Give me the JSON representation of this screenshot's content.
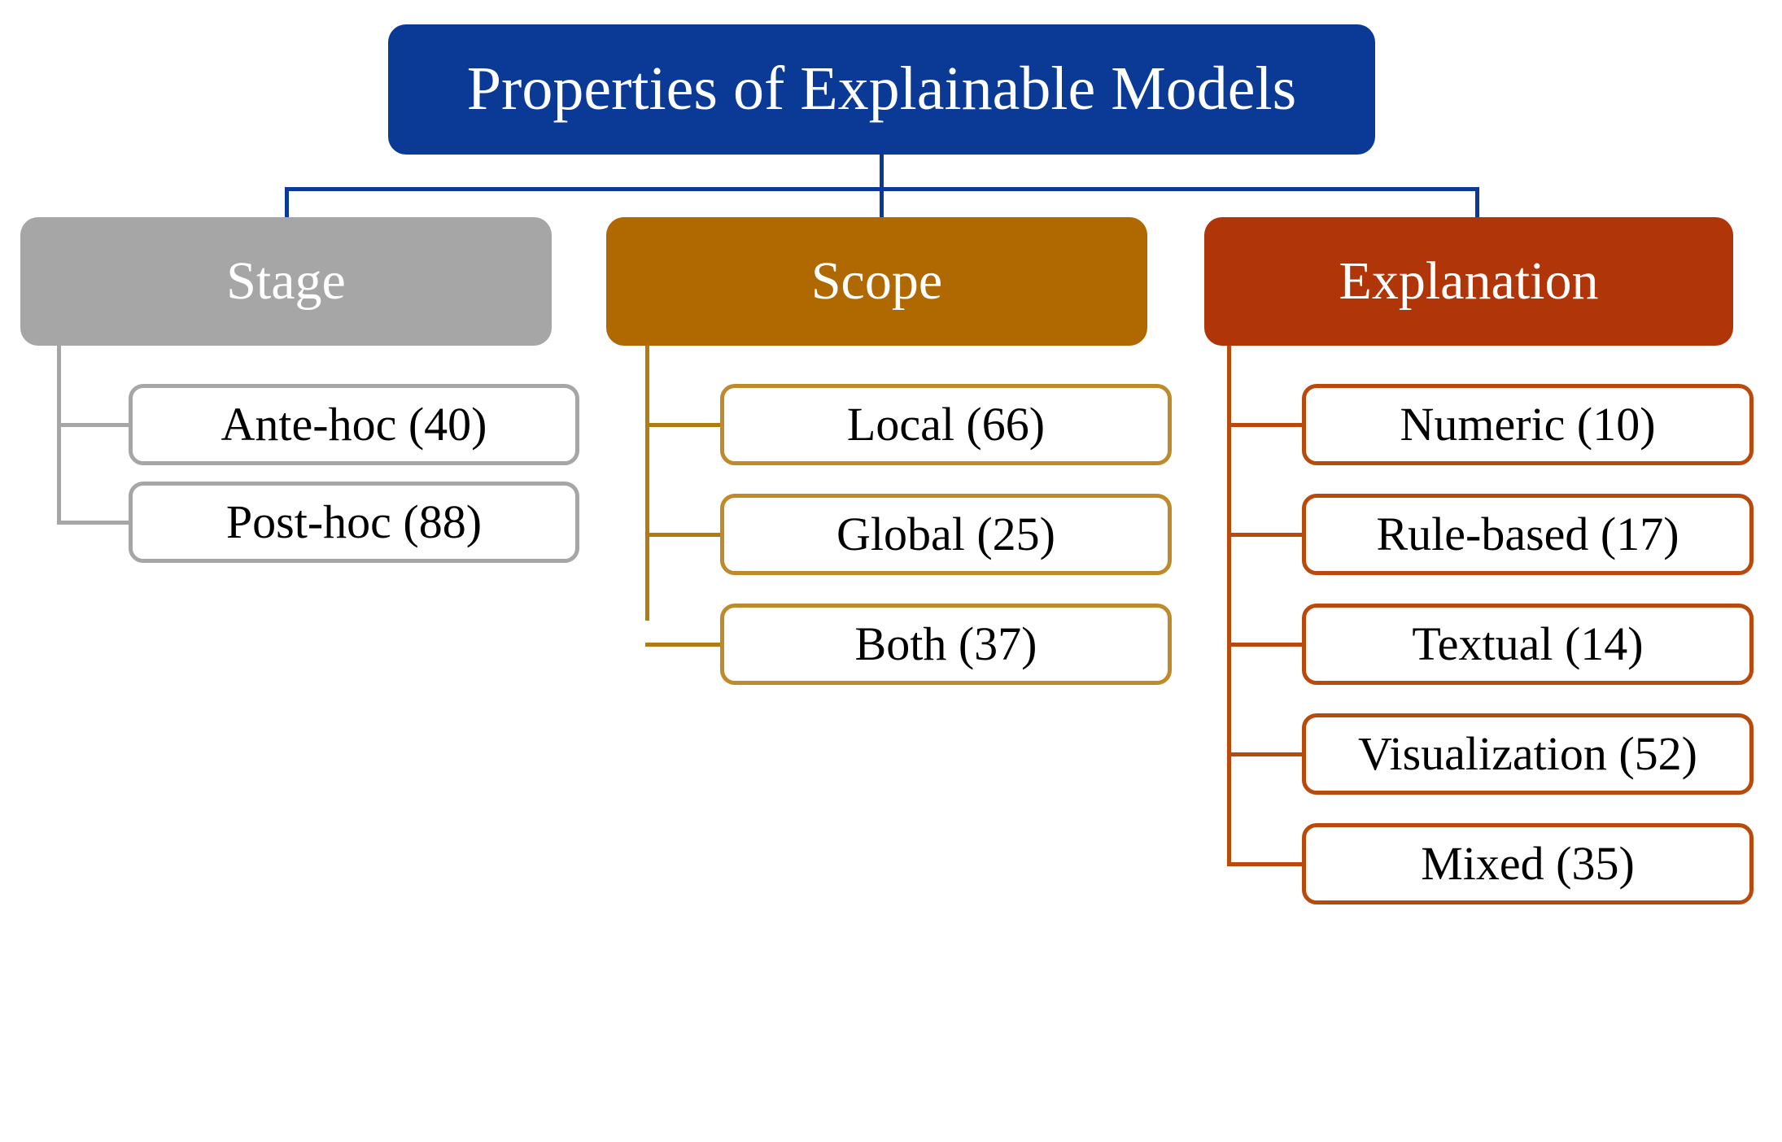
{
  "diagram": {
    "title": "Properties of Explainable Models",
    "type": "hierarchy-tree",
    "colors": {
      "root_fill": "#0A3A96",
      "root_text": "#FFFFFF",
      "stage_fill": "#A6A6A6",
      "scope_fill": "#B06800",
      "explanation_fill": "#B03508",
      "stage_border": "#A6A6A6",
      "scope_border": "#BF8B2A",
      "explanation_border": "#B94A0C",
      "leaf_fill": "#FFFFFF",
      "leaf_text": "#000000",
      "connector_blue": "#0A3A96"
    },
    "branches": [
      {
        "id": "stage",
        "label": "Stage",
        "children": [
          {
            "label": "Ante-hoc (40)",
            "name": "Ante-hoc",
            "count": 40
          },
          {
            "label": "Post-hoc (88)",
            "name": "Post-hoc",
            "count": 88
          }
        ]
      },
      {
        "id": "scope",
        "label": "Scope",
        "children": [
          {
            "label": "Local (66)",
            "name": "Local",
            "count": 66
          },
          {
            "label": "Global (25)",
            "name": "Global",
            "count": 25
          },
          {
            "label": "Both (37)",
            "name": "Both",
            "count": 37
          }
        ]
      },
      {
        "id": "explanation",
        "label": "Explanation",
        "children": [
          {
            "label": "Numeric (10)",
            "name": "Numeric",
            "count": 10
          },
          {
            "label": "Rule-based (17)",
            "name": "Rule-based",
            "count": 17
          },
          {
            "label": "Textual (14)",
            "name": "Textual",
            "count": 14
          },
          {
            "label": "Visualization (52)",
            "name": "Visualization",
            "count": 52
          },
          {
            "label": "Mixed (35)",
            "name": "Mixed",
            "count": 35
          }
        ]
      }
    ]
  }
}
